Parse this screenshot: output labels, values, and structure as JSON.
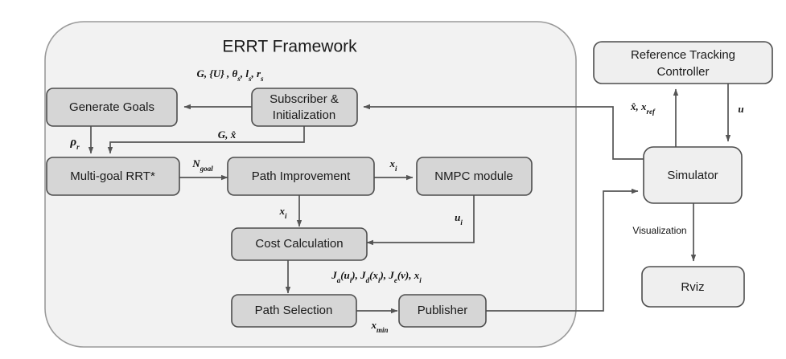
{
  "diagram": {
    "title": "ERRT Framework",
    "colors": {
      "container_fill": "#f2f2f2",
      "container_stroke": "#9a9a9a",
      "inner_box_fill": "#d6d6d6",
      "inner_box_stroke": "#4d4d4d",
      "outer_box_fill": "#efefef",
      "outer_box_stroke": "#4d4d4d",
      "edge_stroke": "#555555",
      "text": "#1a1a1a"
    },
    "nodes": [
      {
        "id": "generate-goals",
        "label": "Generate Goals",
        "group": "errt"
      },
      {
        "id": "subscriber",
        "label": "Subscriber &",
        "label2": "Initialization",
        "group": "errt"
      },
      {
        "id": "multi-goal-rrt",
        "label": "Multi-goal RRT*",
        "group": "errt"
      },
      {
        "id": "path-improvement",
        "label": "Path Improvement",
        "group": "errt"
      },
      {
        "id": "nmpc-module",
        "label": "NMPC module",
        "group": "errt"
      },
      {
        "id": "cost-calculation",
        "label": "Cost Calculation",
        "group": "errt"
      },
      {
        "id": "path-selection",
        "label": "Path Selection",
        "group": "errt"
      },
      {
        "id": "publisher",
        "label": "Publisher",
        "group": "errt"
      },
      {
        "id": "reference-tracking-controller",
        "label": "Reference Tracking",
        "label2": "Controller",
        "group": "external"
      },
      {
        "id": "simulator",
        "label": "Simulator",
        "group": "external"
      },
      {
        "id": "rviz",
        "label": "Rviz",
        "group": "external"
      }
    ],
    "edges": [
      {
        "id": "subscriber-to-generate-goals",
        "from": "subscriber",
        "to": "generate-goals",
        "label_parts": [
          {
            "t": "G, {U} , ",
            "style": "it"
          },
          {
            "t": "θ",
            "style": "bi"
          },
          {
            "t": "s",
            "style": "sub"
          },
          {
            "t": ", ",
            "style": "it"
          },
          {
            "t": "l",
            "style": "it"
          },
          {
            "t": "s",
            "style": "sub"
          },
          {
            "t": ", ",
            "style": "it"
          },
          {
            "t": "r",
            "style": "it"
          },
          {
            "t": "s",
            "style": "sub"
          }
        ],
        "label_text": "G, {U} , θs, ls, rs"
      },
      {
        "id": "generate-goals-to-multi-goal-rrt",
        "from": "generate-goals",
        "to": "multi-goal-rrt",
        "label_parts": [
          {
            "t": "ρ",
            "style": "bi"
          },
          {
            "t": "r",
            "style": "sub"
          }
        ],
        "label_text": "ρr"
      },
      {
        "id": "subscriber-to-multi-goal-rrt",
        "from": "subscriber",
        "to": "multi-goal-rrt",
        "label_parts": [
          {
            "t": "G, ",
            "style": "bi"
          },
          {
            "t": "x̂",
            "style": "it"
          }
        ],
        "label_text": "G, x̂"
      },
      {
        "id": "multi-goal-rrt-to-path-improvement",
        "from": "multi-goal-rrt",
        "to": "path-improvement",
        "label_parts": [
          {
            "t": "N",
            "style": "bi"
          },
          {
            "t": "goal",
            "style": "sub"
          }
        ],
        "label_text": "Ngoal"
      },
      {
        "id": "path-improvement-to-nmpc",
        "from": "path-improvement",
        "to": "nmpc-module",
        "label_parts": [
          {
            "t": "x",
            "style": "bi"
          },
          {
            "t": "i",
            "style": "sub"
          }
        ],
        "label_text": "xi"
      },
      {
        "id": "path-improvement-to-cost-calculation",
        "from": "path-improvement",
        "to": "cost-calculation",
        "label_parts": [
          {
            "t": "x",
            "style": "bi"
          },
          {
            "t": "i",
            "style": "sub"
          }
        ],
        "label_text": "xi"
      },
      {
        "id": "nmpc-to-cost-calculation",
        "from": "nmpc-module",
        "to": "cost-calculation",
        "label_parts": [
          {
            "t": "u",
            "style": "bi"
          },
          {
            "t": "i",
            "style": "sub"
          }
        ],
        "label_text": "ui"
      },
      {
        "id": "cost-calculation-to-path-selection",
        "from": "cost-calculation",
        "to": "path-selection",
        "label_parts": [
          {
            "t": "J",
            "style": "bi"
          },
          {
            "t": "a",
            "style": "sub"
          },
          {
            "t": "(",
            "style": "bi"
          },
          {
            "t": "u",
            "style": "bi"
          },
          {
            "t": "i",
            "style": "sub"
          },
          {
            "t": "), ",
            "style": "bi"
          },
          {
            "t": "J",
            "style": "bi"
          },
          {
            "t": "d",
            "style": "sub"
          },
          {
            "t": "(",
            "style": "bi"
          },
          {
            "t": "x",
            "style": "bi"
          },
          {
            "t": "i",
            "style": "sub"
          },
          {
            "t": "), ",
            "style": "bi"
          },
          {
            "t": "J",
            "style": "bi"
          },
          {
            "t": "e",
            "style": "sub"
          },
          {
            "t": "(",
            "style": "bi"
          },
          {
            "t": "v",
            "style": "bi"
          },
          {
            "t": "), ",
            "style": "bi"
          },
          {
            "t": "x",
            "style": "bi"
          },
          {
            "t": "i",
            "style": "sub"
          }
        ],
        "label_text": "Ja(ui), Jd(xi), Je(v), xi"
      },
      {
        "id": "path-selection-to-publisher",
        "from": "path-selection",
        "to": "publisher",
        "label_parts": [
          {
            "t": "x",
            "style": "bi"
          },
          {
            "t": "min",
            "style": "sub"
          }
        ],
        "label_text": "xmin"
      },
      {
        "id": "publisher-to-simulator",
        "from": "publisher",
        "to": "simulator",
        "label_parts": [],
        "label_text": ""
      },
      {
        "id": "simulator-to-subscriber",
        "from": "simulator",
        "to": "subscriber",
        "label_parts": [],
        "label_text": ""
      },
      {
        "id": "simulator-to-reference-tracking-controller",
        "from": "simulator",
        "to": "reference-tracking-controller",
        "label_parts": [
          {
            "t": "x̂, ",
            "style": "it"
          },
          {
            "t": "x",
            "style": "it"
          },
          {
            "t": "ref",
            "style": "sub"
          }
        ],
        "label_text": "x̂, xref"
      },
      {
        "id": "reference-tracking-controller-to-simulator",
        "from": "reference-tracking-controller",
        "to": "simulator",
        "label_parts": [
          {
            "t": "u",
            "style": "it"
          }
        ],
        "label_text": "u"
      },
      {
        "id": "simulator-to-rviz",
        "from": "simulator",
        "to": "rviz",
        "label_parts": [
          {
            "t": "Visualization",
            "style": "plain"
          }
        ],
        "label_text": "Visualization"
      }
    ]
  }
}
